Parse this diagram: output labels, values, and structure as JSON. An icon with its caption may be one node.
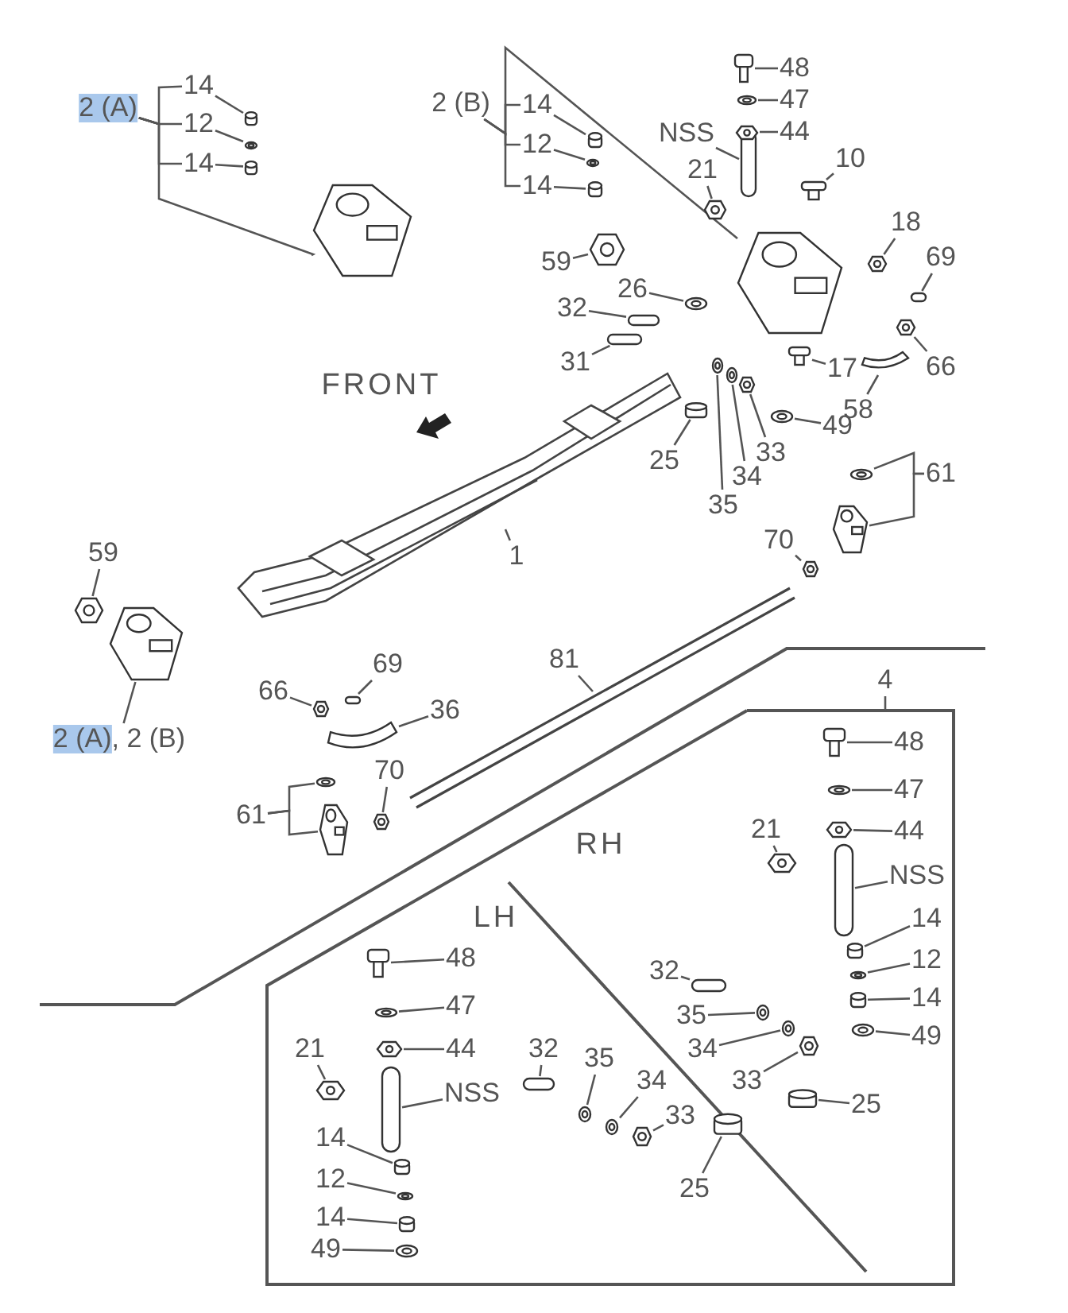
{
  "diagram": {
    "nodes": [
      {
        "text": [
          "2 (A)"
        ]
      },
      {
        "text": [
          "14"
        ]
      },
      {
        "text": [
          "12"
        ]
      },
      {
        "text": [
          "14"
        ]
      },
      {
        "text": [
          "2 (B)"
        ]
      },
      {
        "text": [
          "14"
        ]
      },
      {
        "text": [
          "12"
        ]
      },
      {
        "text": [
          "14"
        ]
      },
      {
        "text": [
          "48"
        ]
      },
      {
        "text": [
          "47"
        ]
      },
      {
        "text": [
          "NSS"
        ]
      },
      {
        "text": [
          "44"
        ]
      },
      {
        "text": [
          "21"
        ]
      },
      {
        "text": [
          "10"
        ]
      },
      {
        "text": [
          "18"
        ]
      },
      {
        "text": [
          "69"
        ]
      },
      {
        "text": [
          "59"
        ]
      },
      {
        "text": [
          "26"
        ]
      },
      {
        "text": [
          "32"
        ]
      },
      {
        "text": [
          "31"
        ]
      },
      {
        "text": [
          "17"
        ]
      },
      {
        "text": [
          "66"
        ]
      },
      {
        "text": [
          "58"
        ]
      },
      {
        "text": [
          "49"
        ]
      },
      {
        "text": [
          "25"
        ]
      },
      {
        "text": [
          "33"
        ]
      },
      {
        "text": [
          "34"
        ]
      },
      {
        "text": [
          "35"
        ]
      },
      {
        "text": [
          "61"
        ]
      },
      {
        "text": [
          "70"
        ]
      },
      {
        "text": [
          "1"
        ]
      },
      {
        "text": [
          "59"
        ]
      },
      {
        "text": [
          "2 (A)",
          ", 2 (B)"
        ]
      },
      {
        "text": [
          "66"
        ]
      },
      {
        "text": [
          "69"
        ]
      },
      {
        "text": [
          "36"
        ]
      },
      {
        "text": [
          "61"
        ]
      },
      {
        "text": [
          "70"
        ]
      },
      {
        "text": [
          "81"
        ]
      },
      {
        "text": [
          "4"
        ]
      },
      {
        "text": [
          "48"
        ]
      },
      {
        "text": [
          "47"
        ]
      },
      {
        "text": [
          "44"
        ]
      },
      {
        "text": [
          "21"
        ]
      },
      {
        "text": [
          "NSS"
        ]
      },
      {
        "text": [
          "14"
        ]
      },
      {
        "text": [
          "12"
        ]
      },
      {
        "text": [
          "14"
        ]
      },
      {
        "text": [
          "49"
        ]
      },
      {
        "text": [
          "32"
        ]
      },
      {
        "text": [
          "35"
        ]
      },
      {
        "text": [
          "34"
        ]
      },
      {
        "text": [
          "33"
        ]
      },
      {
        "text": [
          "25"
        ]
      },
      {
        "text": [
          "48"
        ]
      },
      {
        "text": [
          "47"
        ]
      },
      {
        "text": [
          "44"
        ]
      },
      {
        "text": [
          "21"
        ]
      },
      {
        "text": [
          "NSS"
        ]
      },
      {
        "text": [
          "14"
        ]
      },
      {
        "text": [
          "12"
        ]
      },
      {
        "text": [
          "14"
        ]
      },
      {
        "text": [
          "49"
        ]
      },
      {
        "text": [
          "32"
        ]
      },
      {
        "text": [
          "35"
        ]
      },
      {
        "text": [
          "34"
        ]
      },
      {
        "text": [
          "33"
        ]
      },
      {
        "text": [
          "25"
        ]
      },
      {
        "text": [],
        "shape": "cylinder"
      },
      {
        "text": [],
        "shape": "picture"
      },
      {
        "text": [],
        "shape": "cylinder"
      },
      {
        "text": [],
        "shape": "picture"
      },
      {
        "text": [],
        "shape": "cylinder"
      },
      {
        "text": [],
        "shape": "picture"
      },
      {
        "text": [],
        "shape": "cylinder"
      },
      {
        "text": [],
        "shape": "picture"
      },
      {
        "text": [],
        "shape": "box"
      },
      {
        "text": [],
        "shape": "picture"
      },
      {
        "text": [],
        "shape": "picture"
      },
      {
        "text": [],
        "shape": "picture"
      },
      {
        "text": [],
        "shape": "picture"
      },
      {
        "text": [],
        "shape": "picture"
      },
      {
        "text": [],
        "shape": "picture"
      },
      {
        "text": [],
        "shape": "box"
      },
      {
        "text": [],
        "shape": "picture"
      },
      {
        "text": [],
        "shape": "picture"
      },
      {
        "text": [],
        "shape": "box"
      },
      {
        "text": [],
        "shape": "box"
      },
      {
        "text": [],
        "shape": "picture"
      },
      {
        "text": [],
        "shape": "picture"
      },
      {
        "text": [],
        "shape": "picture"
      },
      {
        "text": [],
        "shape": "picture"
      },
      {
        "text": [],
        "shape": "cylinder"
      },
      {
        "text": [],
        "shape": "picture"
      },
      {
        "text": [],
        "shape": "picture"
      },
      {
        "text": [],
        "shape": "picture"
      },
      {
        "text": [],
        "shape": "picture"
      },
      {
        "text": [],
        "shape": "picture"
      },
      {
        "text": [],
        "shape": "picture"
      },
      {
        "text": [],
        "shape": "picture"
      },
      {
        "text": [],
        "shape": "picture"
      },
      {
        "text": [],
        "shape": "picture"
      },
      {
        "text": [],
        "shape": "box"
      },
      {
        "text": [],
        "shape": "picture"
      },
      {
        "text": [],
        "shape": "picture"
      },
      {
        "text": [],
        "shape": "picture"
      },
      {
        "text": [],
        "shape": "picture"
      },
      {
        "text": [],
        "shape": "picture"
      },
      {
        "text": [],
        "shape": "picture"
      },
      {
        "text": [],
        "shape": "picture"
      },
      {
        "text": [],
        "shape": "picture"
      },
      {
        "text": [],
        "shape": "box"
      },
      {
        "text": [],
        "shape": "cylinder"
      },
      {
        "text": [],
        "shape": "picture"
      },
      {
        "text": [],
        "shape": "cylinder"
      },
      {
        "text": [],
        "shape": "picture"
      },
      {
        "text": [],
        "shape": "box"
      },
      {
        "text": [],
        "shape": "picture"
      },
      {
        "text": [],
        "shape": "picture"
      },
      {
        "text": [],
        "shape": "picture"
      },
      {
        "text": [],
        "shape": "cylinder"
      },
      {
        "text": [],
        "shape": "picture"
      },
      {
        "text": [],
        "shape": "picture"
      },
      {
        "text": [],
        "shape": "picture"
      },
      {
        "text": [],
        "shape": "picture"
      },
      {
        "text": [],
        "shape": "box"
      },
      {
        "text": [],
        "shape": "cylinder"
      },
      {
        "text": [],
        "shape": "picture"
      },
      {
        "text": [],
        "shape": "cylinder"
      },
      {
        "text": [],
        "shape": "picture"
      },
      {
        "text": [],
        "shape": "box"
      },
      {
        "text": [],
        "shape": "picture"
      },
      {
        "text": [],
        "shape": "picture"
      },
      {
        "text": [],
        "shape": "picture"
      },
      {
        "text": [],
        "shape": "cylinder"
      }
    ],
    "edges": [
      {
        "from": 0,
        "to": 1,
        "arrow": "none"
      },
      {
        "from": 0,
        "to": 2,
        "arrow": "none"
      },
      {
        "from": 0,
        "to": 3,
        "arrow": "none"
      },
      {
        "from": 0,
        "to": 71,
        "arrow": "none"
      },
      {
        "from": 1,
        "to": 68,
        "arrow": "none"
      },
      {
        "from": 2,
        "to": 69,
        "arrow": "none"
      },
      {
        "from": 3,
        "to": 70,
        "arrow": "none"
      },
      {
        "from": 4,
        "to": 5,
        "arrow": "none"
      },
      {
        "from": 4,
        "to": 6,
        "arrow": "none"
      },
      {
        "from": 4,
        "to": 7,
        "arrow": "none"
      },
      {
        "from": 4,
        "to": 75,
        "arrow": "none"
      },
      {
        "from": 5,
        "to": 72,
        "arrow": "none"
      },
      {
        "from": 6,
        "to": 73,
        "arrow": "none"
      },
      {
        "from": 7,
        "to": 74,
        "arrow": "none"
      },
      {
        "from": 8,
        "to": 77,
        "arrow": "none"
      },
      {
        "from": 9,
        "to": 78,
        "arrow": "none"
      },
      {
        "from": 10,
        "to": 76,
        "arrow": "none"
      },
      {
        "from": 11,
        "to": 79,
        "arrow": "none"
      },
      {
        "from": 12,
        "to": 80,
        "arrow": "none"
      },
      {
        "from": 13,
        "to": 81,
        "arrow": "none"
      },
      {
        "from": 14,
        "to": 82,
        "arrow": "none"
      },
      {
        "from": 15,
        "to": 83,
        "arrow": "none"
      },
      {
        "from": 16,
        "to": 84,
        "arrow": "none"
      },
      {
        "from": 17,
        "to": 85,
        "arrow": "none"
      },
      {
        "from": 18,
        "to": 86,
        "arrow": "none"
      },
      {
        "from": 19,
        "to": 87,
        "arrow": "none"
      },
      {
        "from": 20,
        "to": 88,
        "arrow": "none"
      },
      {
        "from": 21,
        "to": 89,
        "arrow": "none"
      },
      {
        "from": 22,
        "to": 90,
        "arrow": "none"
      },
      {
        "from": 23,
        "to": 91,
        "arrow": "none"
      },
      {
        "from": 24,
        "to": 92,
        "arrow": "none"
      },
      {
        "from": 25,
        "to": 93,
        "arrow": "none"
      },
      {
        "from": 26,
        "to": 94,
        "arrow": "none"
      },
      {
        "from": 27,
        "to": 95,
        "arrow": "none"
      },
      {
        "from": 28,
        "to": 96,
        "arrow": "none"
      },
      {
        "from": 28,
        "to": 97,
        "arrow": "none"
      },
      {
        "from": 29,
        "to": 98,
        "arrow": "none"
      },
      {
        "from": 30,
        "to": null,
        "arrow": "none"
      },
      {
        "from": 31,
        "to": 99,
        "arrow": "none"
      },
      {
        "from": 32,
        "to": 100,
        "arrow": "none"
      },
      {
        "from": 33,
        "to": 101,
        "arrow": "none"
      },
      {
        "from": 34,
        "to": 102,
        "arrow": "none"
      },
      {
        "from": 35,
        "to": 103,
        "arrow": "none"
      },
      {
        "from": 36,
        "to": 104,
        "arrow": "none"
      },
      {
        "from": 36,
        "to": 105,
        "arrow": "none"
      },
      {
        "from": 37,
        "to": 106,
        "arrow": "none"
      },
      {
        "from": 38,
        "to": null,
        "arrow": "none"
      },
      {
        "from": 39,
        "to": null,
        "arrow": "none"
      },
      {
        "from": 40,
        "to": 107,
        "arrow": "none"
      },
      {
        "from": 41,
        "to": 108,
        "arrow": "none"
      },
      {
        "from": 42,
        "to": 109,
        "arrow": "none"
      },
      {
        "from": 43,
        "to": 110,
        "arrow": "none"
      },
      {
        "from": 44,
        "to": 111,
        "arrow": "none"
      },
      {
        "from": 45,
        "to": 112,
        "arrow": "none"
      },
      {
        "from": 46,
        "to": 113,
        "arrow": "none"
      },
      {
        "from": 47,
        "to": 114,
        "arrow": "none"
      },
      {
        "from": 48,
        "to": 115,
        "arrow": "none"
      },
      {
        "from": 49,
        "to": 116,
        "arrow": "none"
      },
      {
        "from": 50,
        "to": 117,
        "arrow": "none"
      },
      {
        "from": 51,
        "to": 118,
        "arrow": "none"
      },
      {
        "from": 52,
        "to": 119,
        "arrow": "none"
      },
      {
        "from": 53,
        "to": 120,
        "arrow": "none"
      },
      {
        "from": 54,
        "to": 121,
        "arrow": "none"
      },
      {
        "from": 55,
        "to": 122,
        "arrow": "none"
      },
      {
        "from": 56,
        "to": 123,
        "arrow": "none"
      },
      {
        "from": 57,
        "to": 124,
        "arrow": "none"
      },
      {
        "from": 58,
        "to": 125,
        "arrow": "none"
      },
      {
        "from": 59,
        "to": 126,
        "arrow": "none"
      },
      {
        "from": 60,
        "to": 127,
        "arrow": "none"
      },
      {
        "from": 61,
        "to": 128,
        "arrow": "none"
      },
      {
        "from": 62,
        "to": 129,
        "arrow": "none"
      },
      {
        "from": 63,
        "to": 130,
        "arrow": "none"
      },
      {
        "from": 64,
        "to": 131,
        "arrow": "none"
      },
      {
        "from": 65,
        "to": 132,
        "arrow": "none"
      },
      {
        "from": 66,
        "to": 133,
        "arrow": "none"
      },
      {
        "from": 67,
        "to": 134,
        "arrow": "none"
      }
    ],
    "labels": [
      "FRONT",
      "RH",
      "LH"
    ]
  }
}
